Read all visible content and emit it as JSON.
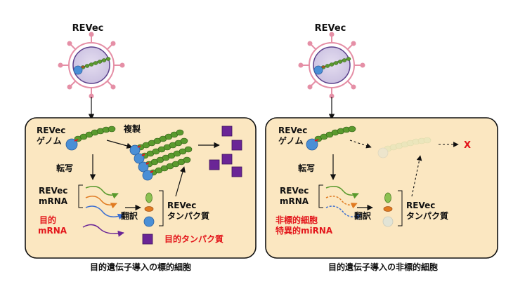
{
  "colors": {
    "cell_fill": "#fbe7c1",
    "cell_border": "#111111",
    "highlight_text": "#e3161b",
    "genome_green": "#5a9a2e",
    "genome_green_light": "#8cc152",
    "capsid_blue": "#4a8fd6",
    "protein_purple": "#6a2596",
    "envelope_pink": "#e58fa6",
    "faded": "#e8ecd0"
  },
  "left": {
    "vector_label": "REVec",
    "genome_label_line1": "REVec",
    "genome_label_line2": "ゲノム",
    "replication_label": "複製",
    "transcription_label": "転写",
    "mrna_label_line1": "REVec",
    "mrna_label_line2": "mRNA",
    "target_mrna_line1": "目的",
    "target_mrna_line2": "mRNA",
    "translation_label": "翻訳",
    "protein_label_line1": "REVec",
    "protein_label_line2": "タンパク質",
    "target_protein_label": "目的タンパク質",
    "caption": "目的遺伝子導入の標的細胞"
  },
  "right": {
    "vector_label": "REVec",
    "genome_label_line1": "REVec",
    "genome_label_line2": "ゲノム",
    "transcription_label": "転写",
    "mrna_label_line1": "REVec",
    "mrna_label_line2": "mRNA",
    "mirna_label_line1": "非標的細胞",
    "mirna_label_line2": "特異的miRNA",
    "translation_label": "翻訳",
    "protein_label_line1": "REVec",
    "protein_label_line2": "タンパク質",
    "blocked_mark": "X",
    "caption": "目的遺伝子導入の非標的細胞"
  }
}
